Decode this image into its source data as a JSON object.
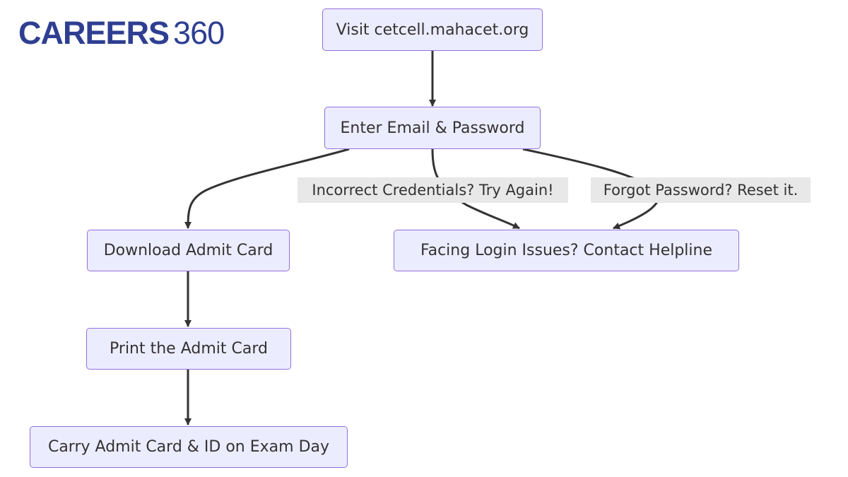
{
  "logo": {
    "brand": "CAREERS",
    "number": "360",
    "color": "#2e3f92"
  },
  "colors": {
    "node_fill": "#ececff",
    "node_border": "#9370db",
    "edge": "#333333",
    "edge_label_bg": "#e8e8e8",
    "text": "#333333"
  },
  "nodes": {
    "visit": "Visit cetcell.mahacet.org",
    "login": "Enter Email & Password",
    "download": "Download Admit Card",
    "helpline": "Facing Login Issues? Contact Helpline",
    "print": "Print the Admit Card",
    "carry": "Carry Admit Card & ID on Exam Day"
  },
  "edges": [
    {
      "from": "visit",
      "to": "login",
      "label": ""
    },
    {
      "from": "login",
      "to": "download",
      "label": ""
    },
    {
      "from": "login",
      "to": "helpline",
      "label": "Incorrect Credentials? Try Again!"
    },
    {
      "from": "login",
      "to": "helpline",
      "label": "Forgot Password? Reset it."
    },
    {
      "from": "download",
      "to": "print",
      "label": ""
    },
    {
      "from": "print",
      "to": "carry",
      "label": ""
    }
  ]
}
